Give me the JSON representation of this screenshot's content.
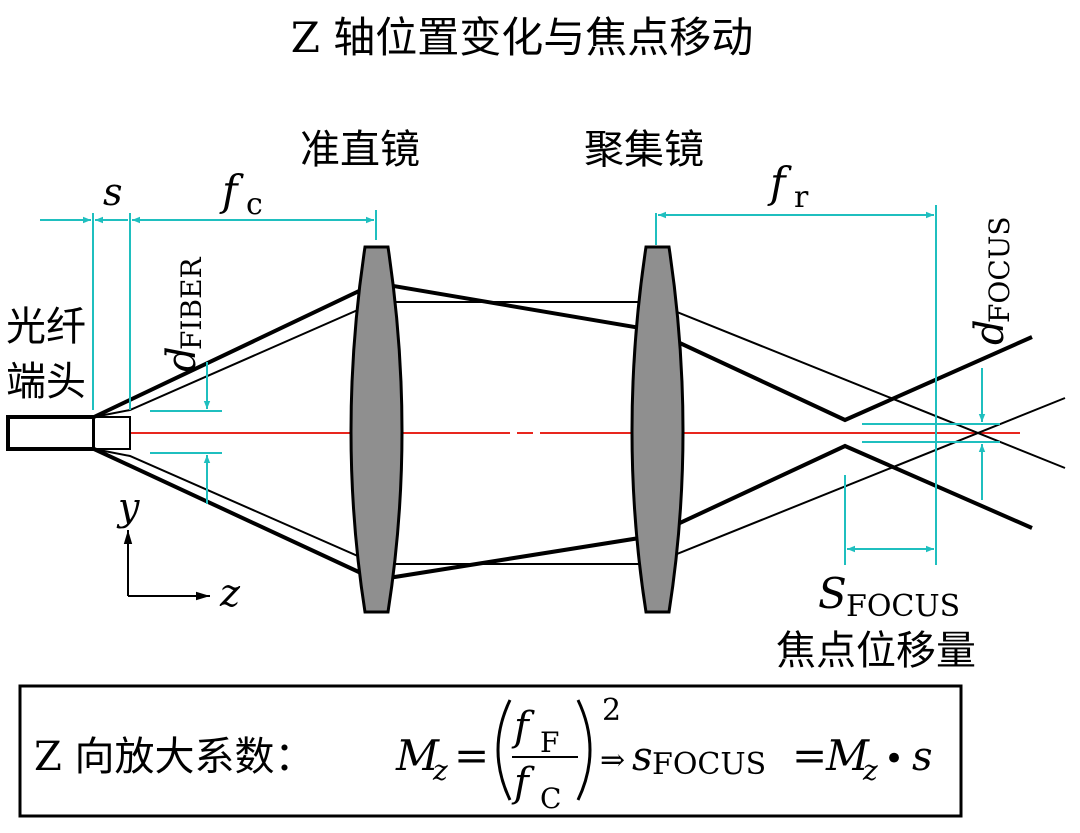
{
  "title": "Z 轴位置变化与焦点移动",
  "labels": {
    "collimator": "准直镜",
    "focusing_lens": "聚集镜",
    "fiber_tip_line1": "光纤",
    "fiber_tip_line2": "端头",
    "focus_shift": "焦点位移量",
    "s": "s",
    "f": "f",
    "fc_sub": "c",
    "fr_sub": "r",
    "d": "d",
    "fiber_sub": "FIBER",
    "focus_sub": "FOCUS",
    "s_focus_main": "S",
    "s_focus_sub": "FOCUS",
    "axis_y": "y",
    "axis_z": "z"
  },
  "formula": {
    "prefix": "Z 向放大系数：",
    "M": "M",
    "z_sub": "z",
    "eq": "=",
    "f": "f",
    "F_sub": "F",
    "C_sub": "C",
    "exp": "2",
    "arrow": "⇒",
    "s": "s",
    "focus_sub": "FOCUS",
    "eq2": "=",
    "M2": "M",
    "z_sub2": "z",
    "dot": "•",
    "s2": "s"
  },
  "colors": {
    "dimension": "#1fbfbf",
    "optical_axis": "#e8261e",
    "lens_fill": "#8f8f8f",
    "ray": "#000000"
  }
}
